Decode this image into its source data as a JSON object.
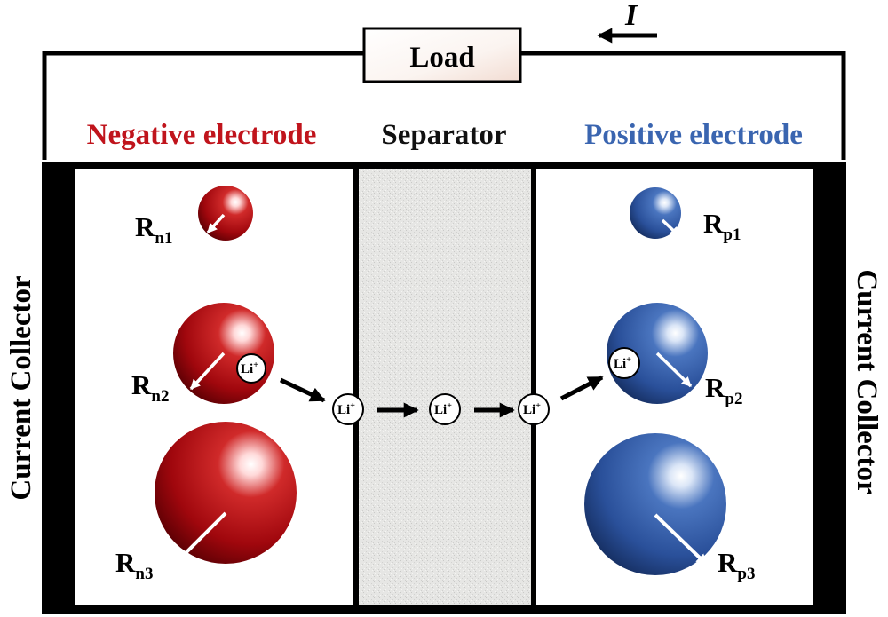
{
  "load": {
    "label": "Load"
  },
  "current": {
    "symbol": "I"
  },
  "headers": {
    "negative": "Negative electrode",
    "separator": "Separator",
    "positive": "Positive electrode"
  },
  "collectors": {
    "left": "Current Collector",
    "right": "Current Collector"
  },
  "ion": {
    "base": "Li",
    "sup": "+"
  },
  "particles": {
    "negative": [
      {
        "base": "R",
        "sub": "n1"
      },
      {
        "base": "R",
        "sub": "n2"
      },
      {
        "base": "R",
        "sub": "n3"
      }
    ],
    "positive": [
      {
        "base": "R",
        "sub": "p1"
      },
      {
        "base": "R",
        "sub": "p2"
      },
      {
        "base": "R",
        "sub": "p3"
      }
    ]
  },
  "colors": {
    "negative": "#c0141c",
    "positive": "#3a65b0",
    "separator": "#e4e4e2",
    "frame": "#000000"
  }
}
